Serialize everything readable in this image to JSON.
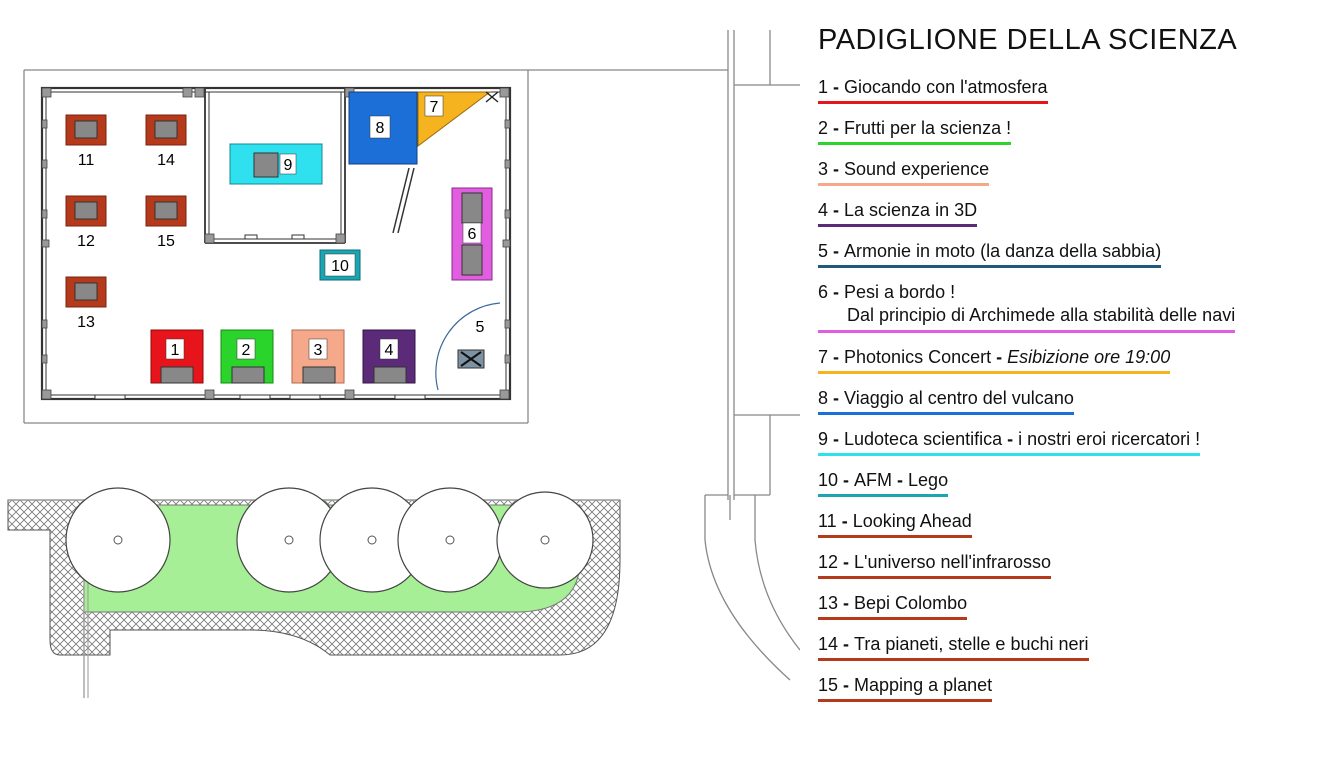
{
  "title": "PADIGLIONE DELLA SCIENZA",
  "legend": [
    {
      "num": "1",
      "a": "Giocando con l'atmosfera",
      "color": "#e8141b"
    },
    {
      "num": "2",
      "a": "Frutti per la scienza !",
      "color": "#2bd42b"
    },
    {
      "num": "3",
      "a": "Sound experience",
      "color": "#f5a98a"
    },
    {
      "num": "4",
      "a": "La scienza in 3D",
      "color": "#5b2a79"
    },
    {
      "num": "5",
      "a": "Armonie in moto (la danza della sabbia)",
      "color": "#1f5a7a"
    },
    {
      "num": "6",
      "a": "Pesi a bordo !",
      "b": "Dal principio di Archimede alla stabilità delle navi",
      "color": "#e25ee0"
    },
    {
      "num": "7",
      "a": "Photonics Concert",
      "a2": "Esibizione ore 19:00",
      "color": "#f5b320"
    },
    {
      "num": "8",
      "a": "Viaggio al centro del vulcano",
      "color": "#1c6fd6"
    },
    {
      "num": "9",
      "a": "Ludoteca scientifica",
      "a2": "i nostri eroi ricercatori !",
      "color": "#2fe0ef"
    },
    {
      "num": "10",
      "a": "AFM",
      "a2": "Lego",
      "color": "#1aa5b3"
    },
    {
      "num": "11",
      "a": "Looking Ahead",
      "color": "#b5391b"
    },
    {
      "num": "12",
      "a": "L'universo nell'infrarosso",
      "color": "#b5391b"
    },
    {
      "num": "13",
      "a": "Bepi Colombo",
      "color": "#b5391b"
    },
    {
      "num": "14",
      "a": "Tra pianeti, stelle e buchi neri",
      "color": "#b5391b"
    },
    {
      "num": "15",
      "a": "Mapping a planet",
      "color": "#b5391b"
    }
  ],
  "map_labels": {
    "s1": "1",
    "s2": "2",
    "s3": "3",
    "s4": "4",
    "s5": "5",
    "s6": "6",
    "s7": "7",
    "s8": "8",
    "s9": "9",
    "s10": "10",
    "s11": "11",
    "s12": "12",
    "s13": "13",
    "s14": "14",
    "s15": "15"
  },
  "colors": {
    "red": "#e8141b",
    "green": "#2bd42b",
    "salmon": "#f5a98a",
    "purple": "#5b2a79",
    "teal": "#1aa5b3",
    "magenta": "#e25ee0",
    "orange": "#f5b320",
    "blue": "#1c6fd6",
    "cyan": "#2fe0ef",
    "brick": "#b5391b",
    "grass": "#a6ef96"
  }
}
